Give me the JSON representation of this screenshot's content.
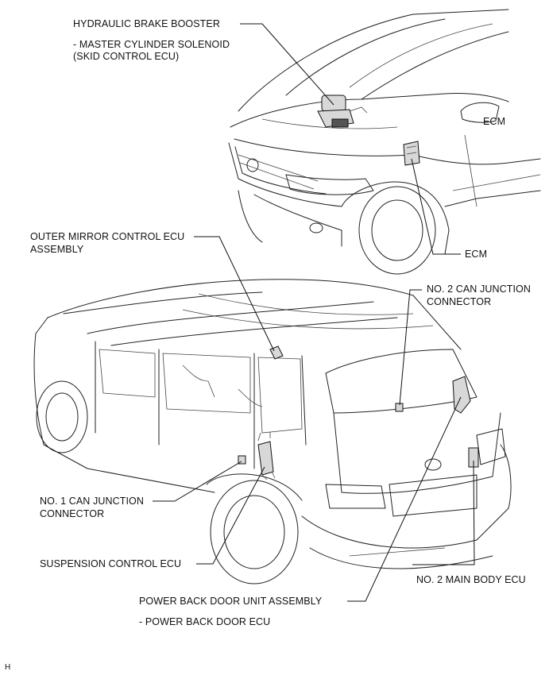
{
  "labels": {
    "brake_booster": "HYDRAULIC BRAKE BOOSTER",
    "master_cyl": "- MASTER CYLINDER SOLENOID",
    "skid_ecu": "(SKID CONTROL ECU)",
    "ecm_top": "ECM",
    "ecm_side": "ECM",
    "outer_mirror_1": "OUTER MIRROR CONTROL ECU",
    "outer_mirror_2": "ASSEMBLY",
    "can2_1": "NO. 2 CAN JUNCTION",
    "can2_2": "CONNECTOR",
    "can1_1": "NO. 1 CAN JUNCTION",
    "can1_2": "CONNECTOR",
    "suspension": "SUSPENSION CONTROL ECU",
    "main_body2": "NO. 2 MAIN BODY ECU",
    "back_door_1": "POWER BACK DOOR UNIT ASSEMBLY",
    "back_door_2": "- POWER BACK DOOR ECU",
    "footer": "H"
  }
}
